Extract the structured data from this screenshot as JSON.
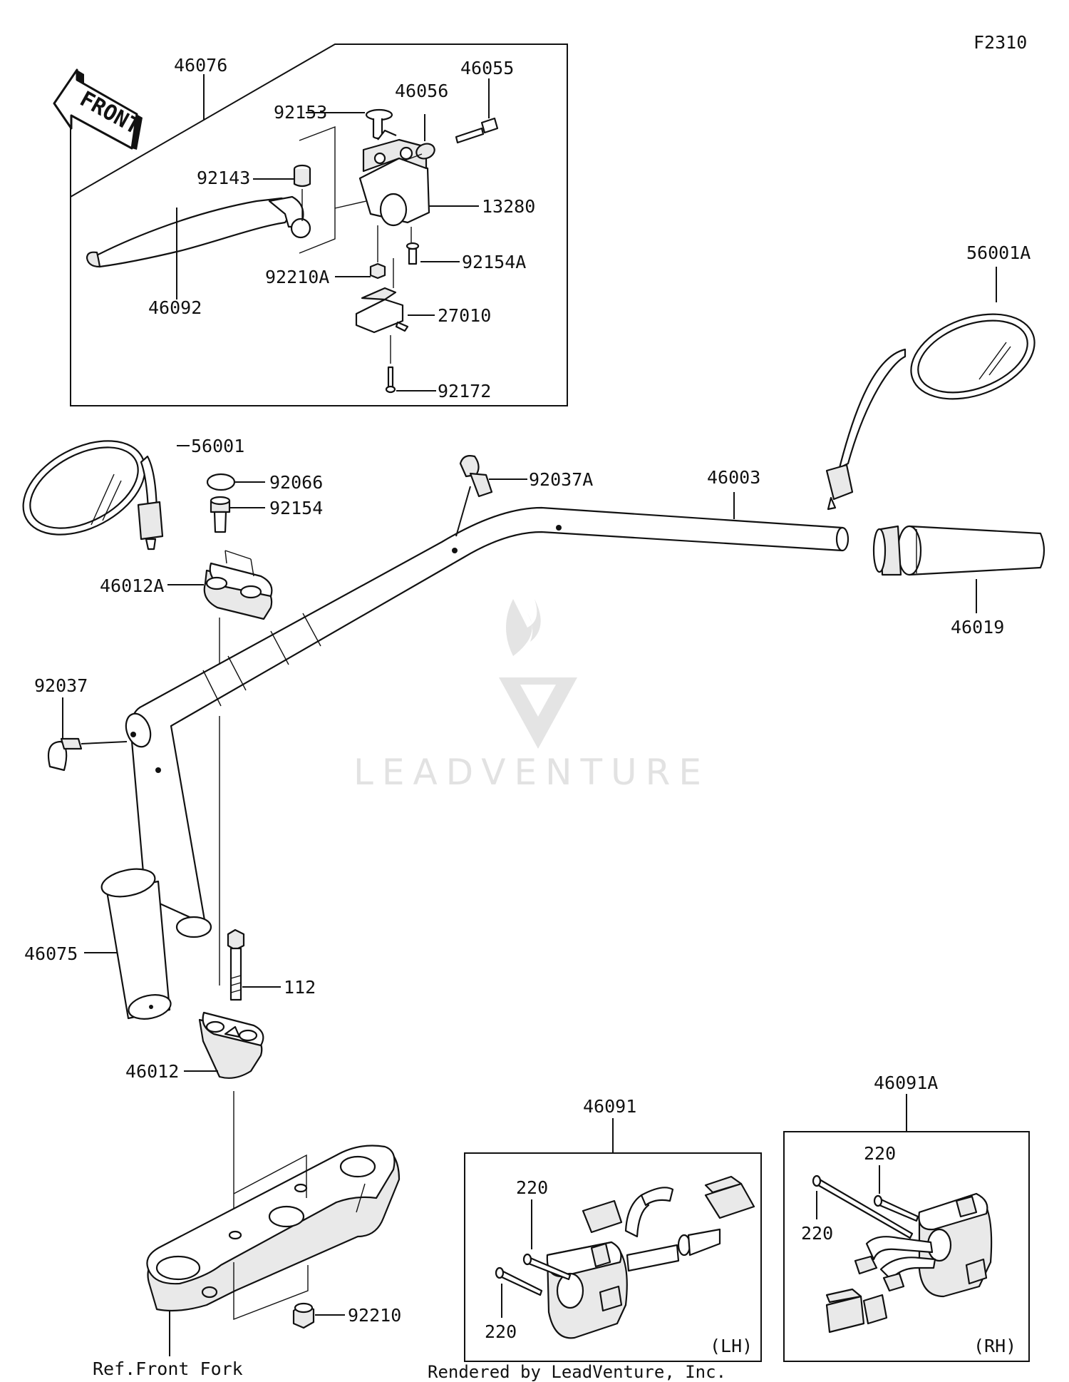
{
  "figure_code": "F2310",
  "front_arrow_label": "FRONT",
  "watermark": "LEADVENTURE",
  "footer": "Rendered by LeadVenture, Inc.",
  "callouts": {
    "c46076": "46076",
    "c46055": "46055",
    "c46056": "46056",
    "c92153": "92153",
    "c92143": "92143",
    "c13280": "13280",
    "c92154A": "92154A",
    "c92210A": "92210A",
    "c46092": "46092",
    "c27010": "27010",
    "c92172": "92172",
    "c56001A": "56001A",
    "c56001": "56001",
    "c92066": "92066",
    "c92154": "92154",
    "c92037A": "92037A",
    "c46003": "46003",
    "c46012A": "46012A",
    "c46019": "46019",
    "c92037": "92037",
    "c46075": "46075",
    "c112": "112",
    "c46012": "46012",
    "c46091": "46091",
    "c46091A": "46091A",
    "c220_lh_top": "220",
    "c220_lh_left": "220",
    "c220_rh_top": "220",
    "c220_rh_left": "220",
    "c92210": "92210",
    "ref_front_fork": "Ref.Front Fork",
    "lh": "(LH)",
    "rh": "(RH)"
  }
}
